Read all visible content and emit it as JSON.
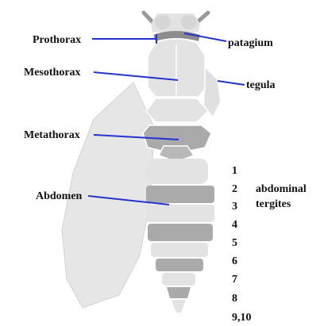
{
  "labels": {
    "prothorax": "Prothorax",
    "patagium": "patagium",
    "mesothorax": "Mesothorax",
    "tegula": "tegula",
    "metathorax": "Metathorax",
    "abdomen": "Abdomen",
    "abdominal_tergites_line1": "abdominal",
    "abdominal_tergites_line2": "tergites"
  },
  "tergite_numbers": [
    "1",
    "2",
    "3",
    "4",
    "5",
    "6",
    "7",
    "8",
    "9,10"
  ],
  "colors": {
    "leader_line": "#2433cc",
    "body_light": "#e3e3e3",
    "segment_dark": "#aaaaaa",
    "segment_mid": "#cfcfcf"
  }
}
